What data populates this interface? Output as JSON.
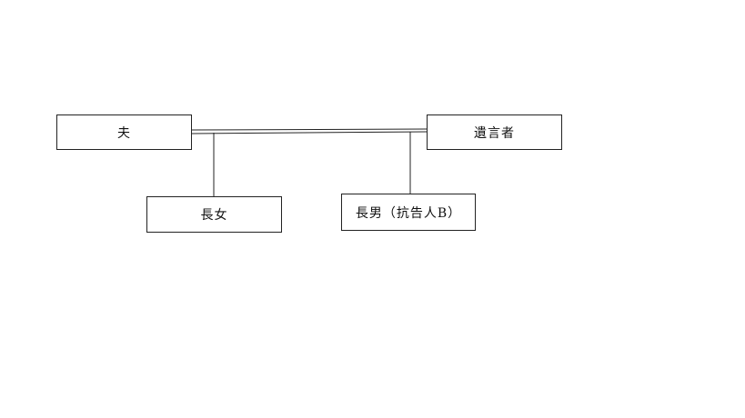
{
  "diagram": {
    "nodes": {
      "husband": {
        "label": "夫"
      },
      "testator": {
        "label": "遺言者"
      },
      "eldest_daughter": {
        "label": "長女"
      },
      "eldest_son": {
        "label": "長男（抗告人B）"
      }
    },
    "relations": [
      {
        "type": "marriage",
        "from": "husband",
        "to": "testator"
      },
      {
        "type": "child",
        "parents": [
          "husband",
          "testator"
        ],
        "child": "eldest_daughter"
      },
      {
        "type": "child",
        "parents": [
          "husband",
          "testator"
        ],
        "child": "eldest_son"
      }
    ]
  }
}
